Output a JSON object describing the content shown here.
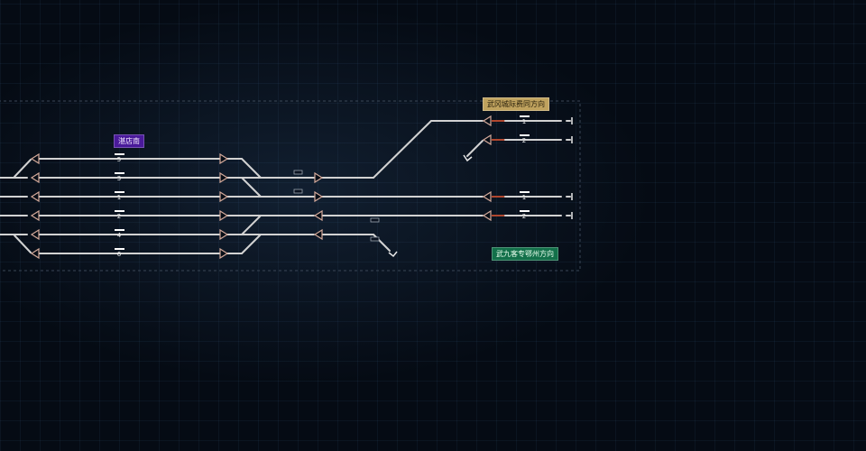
{
  "labels": {
    "station": "湛店南",
    "direction_north": "武冈城际费同方向",
    "direction_south": "武九客专鄂州方向"
  },
  "tracks": {
    "left_block": [
      "5",
      "3",
      "1",
      "2",
      "4",
      "6"
    ],
    "right_block": [
      "1",
      "2",
      "1",
      "2"
    ]
  },
  "colors": {
    "rail": "#d2d2d2",
    "signal": "#d3a99a",
    "occupied": "#b0472f",
    "station_tag": "#4a1a9a",
    "north_tag": "#bfa25e",
    "south_tag": "#13704a"
  }
}
